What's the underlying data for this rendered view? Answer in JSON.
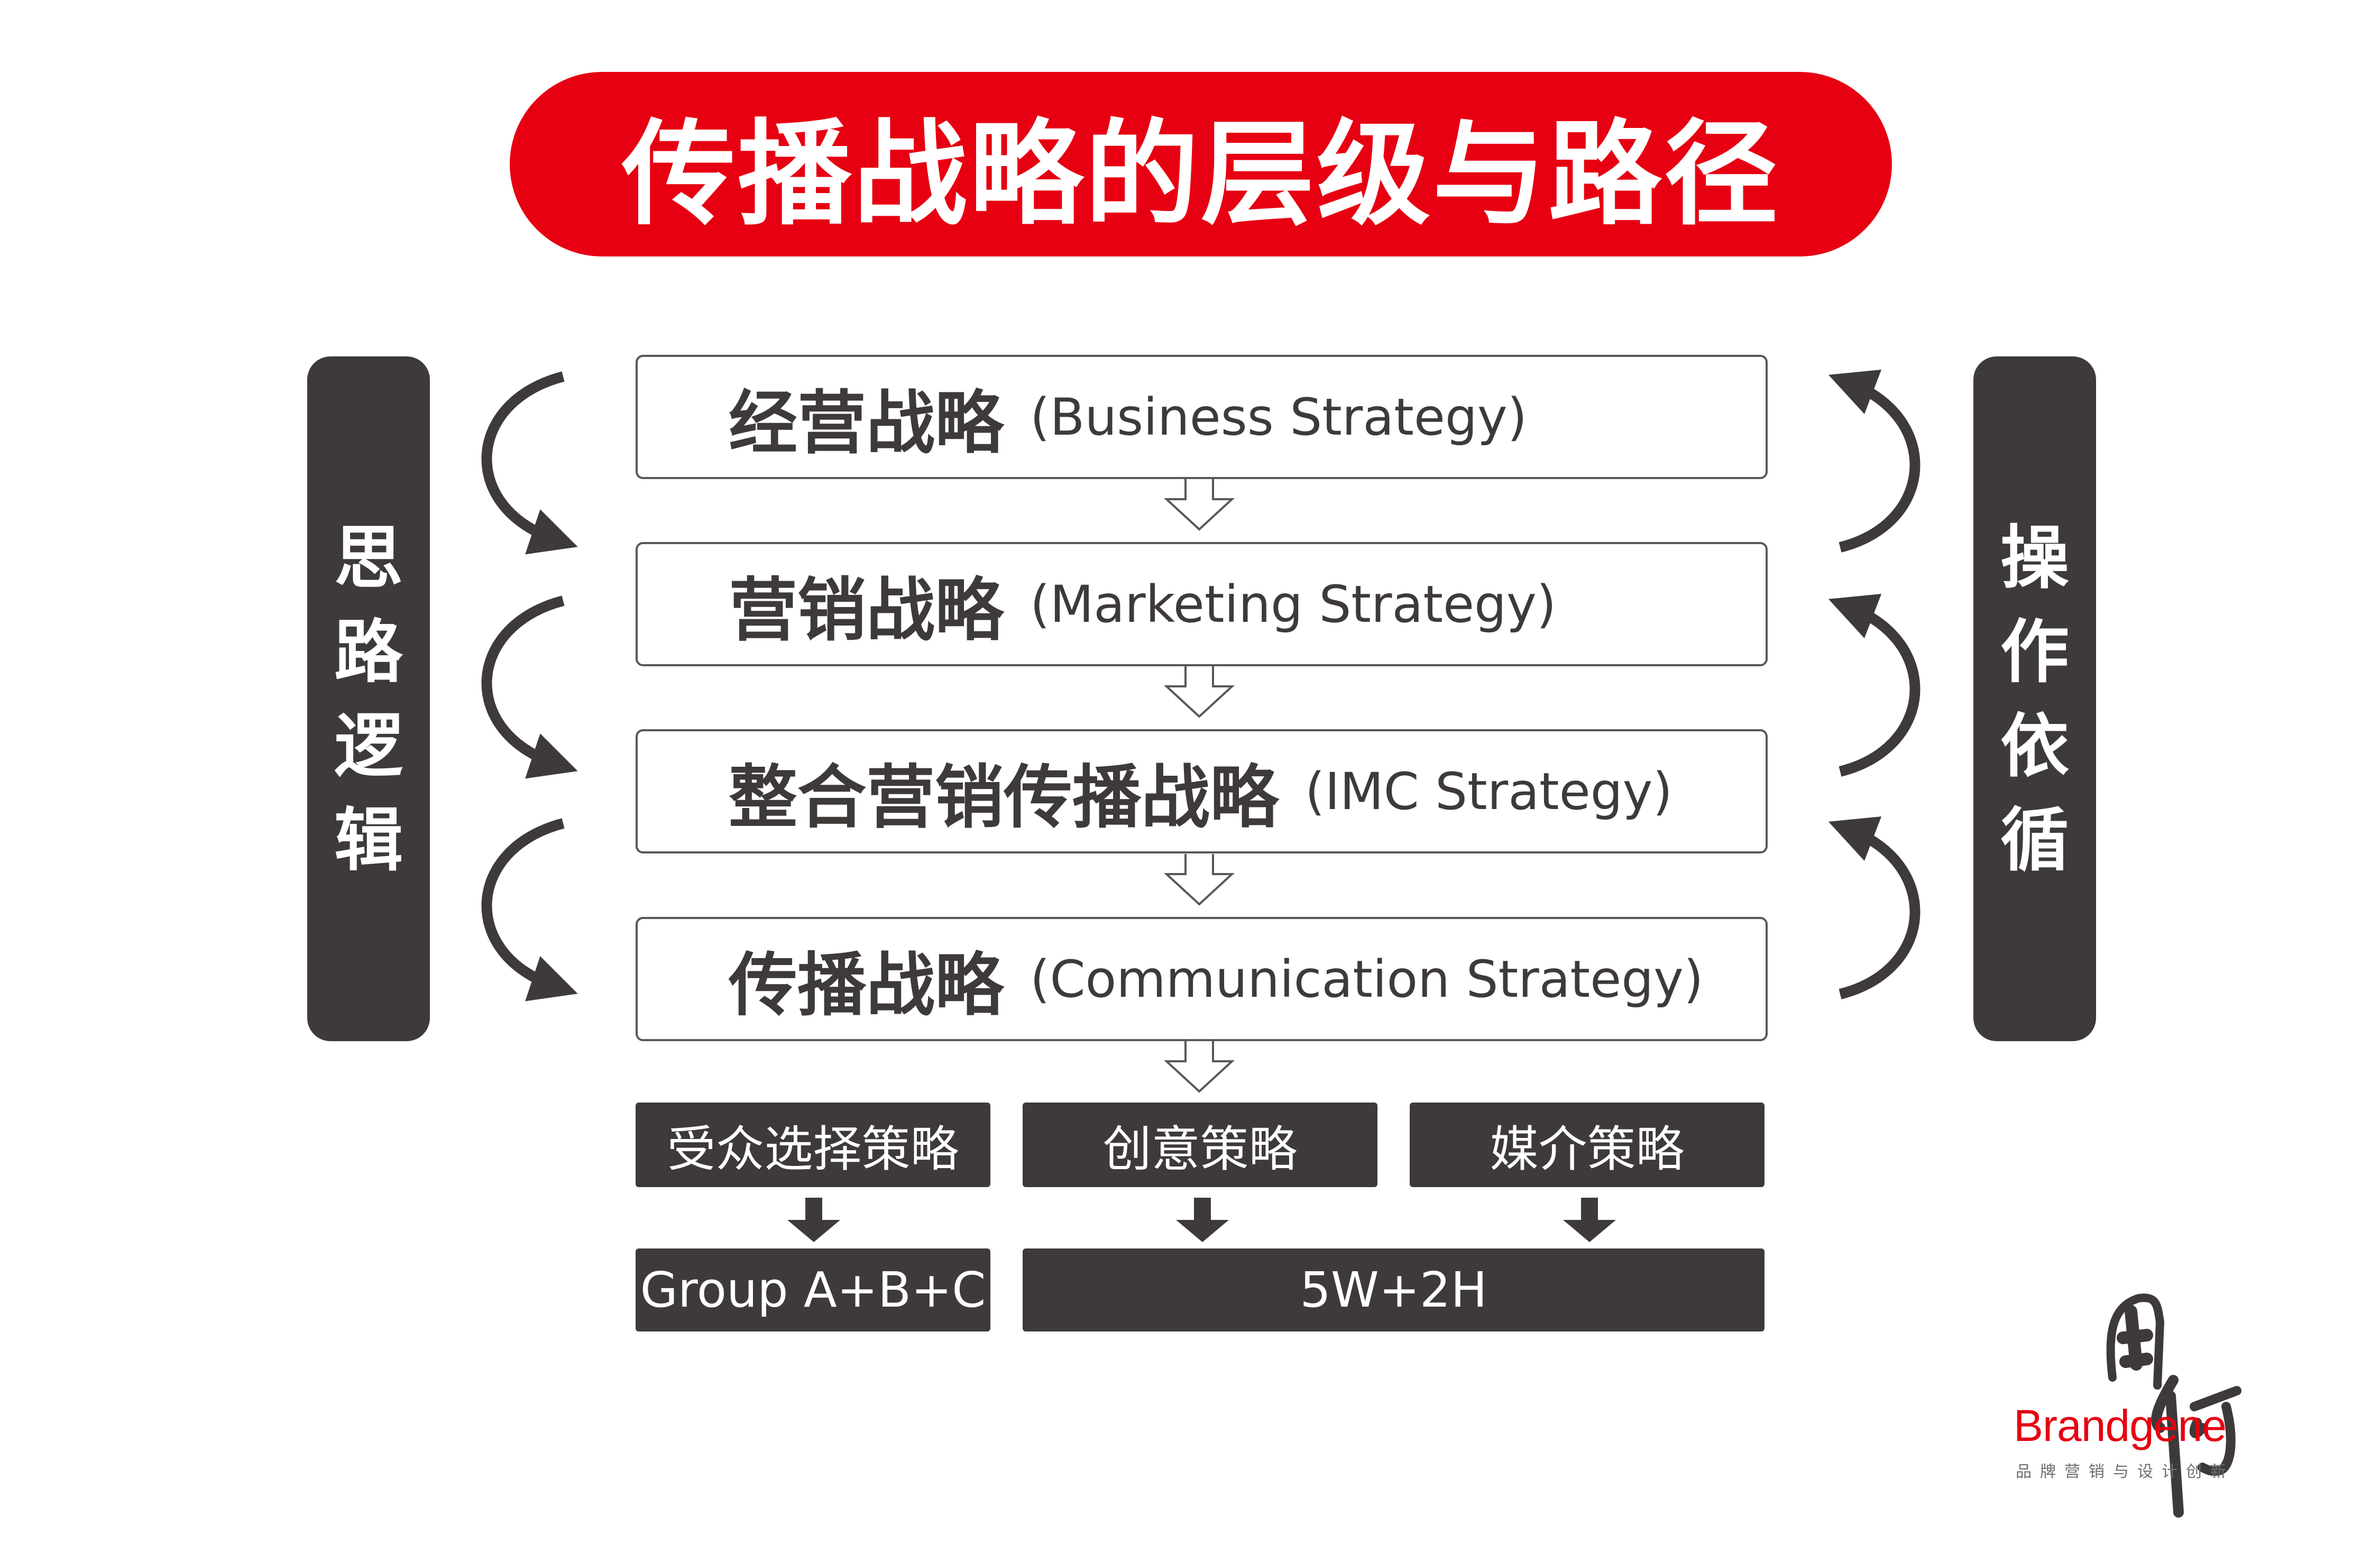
{
  "title": "传播战略的层级与路径",
  "left_bar": {
    "chars": [
      "思",
      "路",
      "逻",
      "辑"
    ]
  },
  "right_bar": {
    "chars": [
      "操",
      "作",
      "依",
      "循"
    ]
  },
  "levels": [
    {
      "cn": "经营战略",
      "en": "(Business Strategy)"
    },
    {
      "cn": "营销战略",
      "en": "(Marketing Strategy)"
    },
    {
      "cn": "整合营销传播战略",
      "en": "(IMC Strategy)"
    },
    {
      "cn": "传播战略",
      "en": "(Communication Strategy)"
    }
  ],
  "sub_strategies": [
    "受众选择策略",
    "创意策略",
    "媒介策略"
  ],
  "outputs": [
    "Group A+B+C",
    "5W+2H"
  ],
  "logo": {
    "brand": "Brandgene",
    "tagline": "品牌营销与设计创新"
  },
  "colors": {
    "accent": "#e60012",
    "dark": "#3e3a39"
  }
}
